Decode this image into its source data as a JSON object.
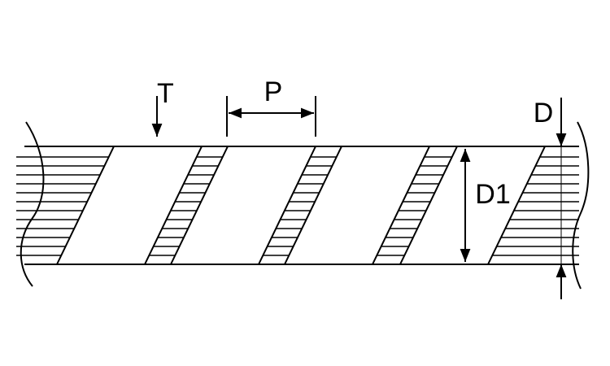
{
  "labels": {
    "T": "T",
    "P": "P",
    "D": "D",
    "D1": "D1"
  },
  "colors": {
    "line": "#000000",
    "background": "#ffffff"
  }
}
